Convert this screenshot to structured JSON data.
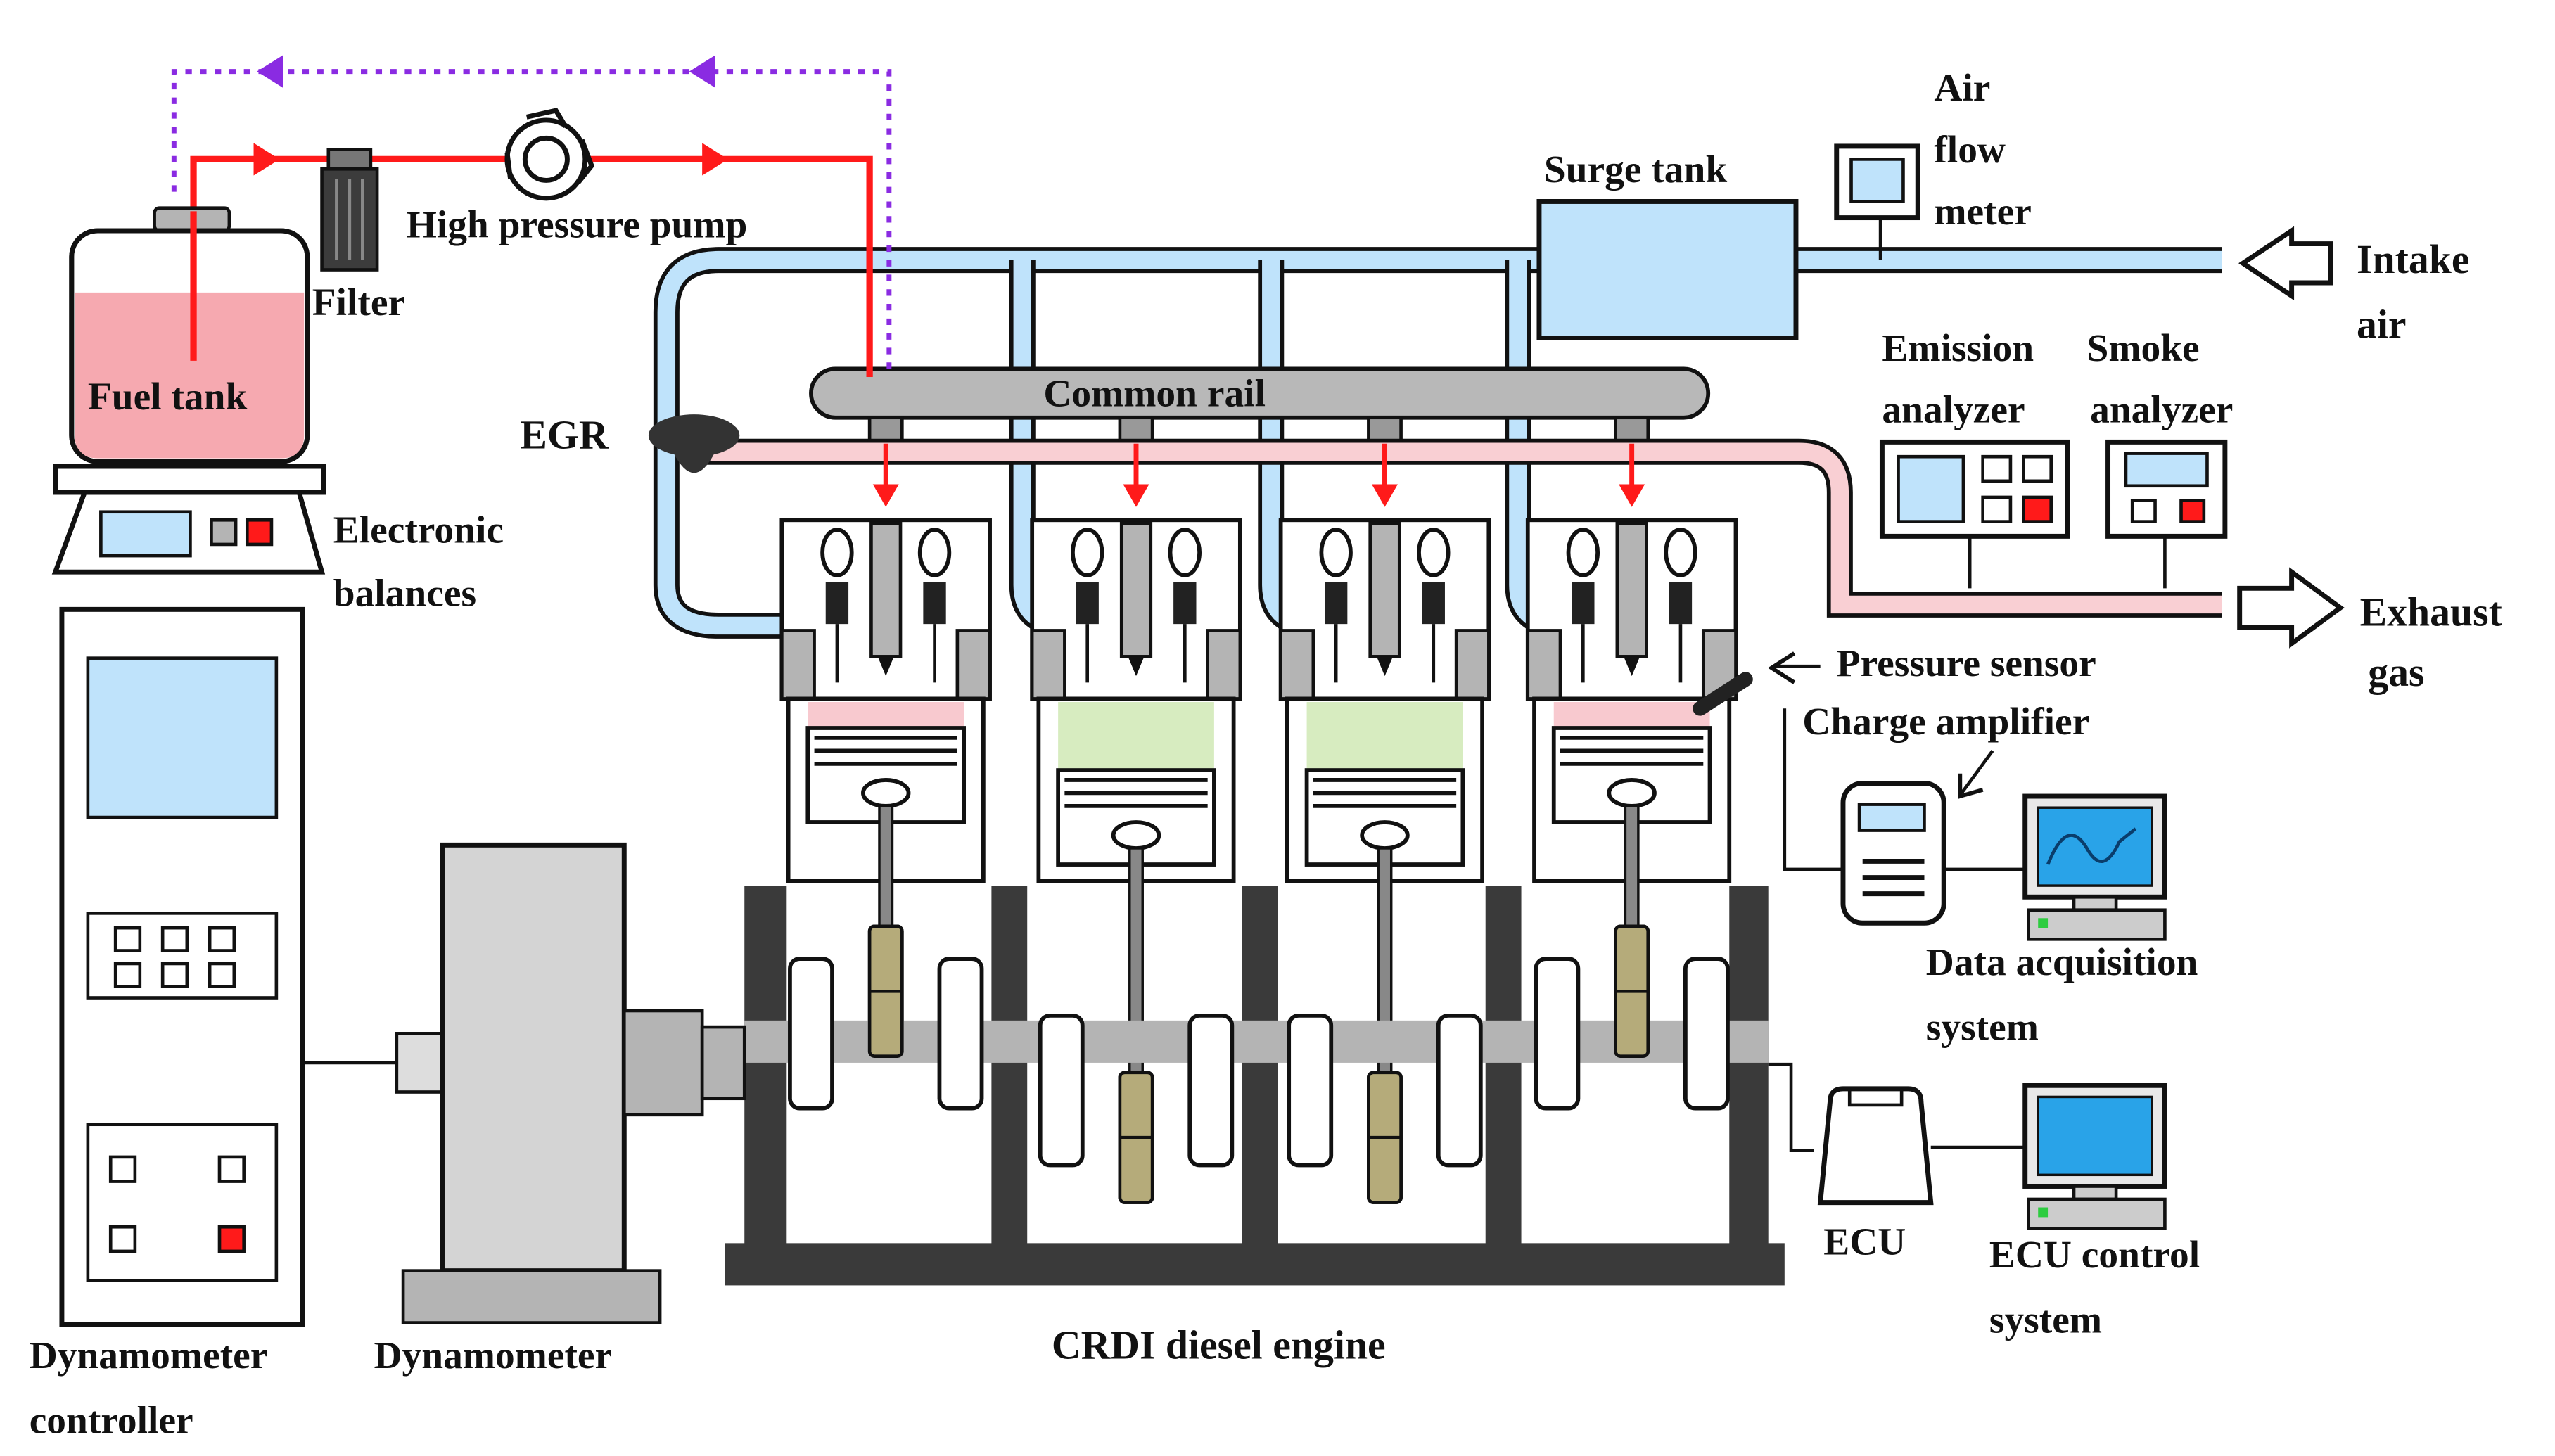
{
  "labels": {
    "fuel_tank": "Fuel tank",
    "filter": "Filter",
    "high_pressure_pump": "High pressure pump",
    "electronic_balances_1": "Electronic",
    "electronic_balances_2": "balances",
    "egr": "EGR",
    "common_rail": "Common rail",
    "surge_tank": "Surge tank",
    "air_flow_meter_1": "Air",
    "air_flow_meter_2": "flow",
    "air_flow_meter_3": "meter",
    "intake_air_1": "Intake",
    "intake_air_2": "air",
    "emission_analyzer_1": "Emission",
    "emission_analyzer_2": "analyzer",
    "smoke_analyzer_1": "Smoke",
    "smoke_analyzer_2": "analyzer",
    "exhaust_gas_1": "Exhaust",
    "exhaust_gas_2": "gas",
    "pressure_sensor": "Pressure sensor",
    "charge_amplifier": "Charge amplifier",
    "data_acquisition_1": "Data acquisition",
    "data_acquisition_2": "system",
    "ecu": "ECU",
    "ecu_control_1": "ECU control",
    "ecu_control_2": "system",
    "dynamometer_controller_1": "Dynamometer",
    "dynamometer_controller_2": "controller",
    "dynamometer": "Dynamometer",
    "engine": "CRDI diesel engine"
  },
  "colors": {
    "fuel_line": "#ff1a1a",
    "return_line": "#8a2be2",
    "intake": "#bfe3fb",
    "exhaust": "#f9cfd3",
    "fuel": "#f6a9b0",
    "combustion_lit": "#f8c9cf",
    "combustion_mixed": "#d7ecc0",
    "block": "#3a3a3a",
    "gray": "#b4b4b4"
  }
}
